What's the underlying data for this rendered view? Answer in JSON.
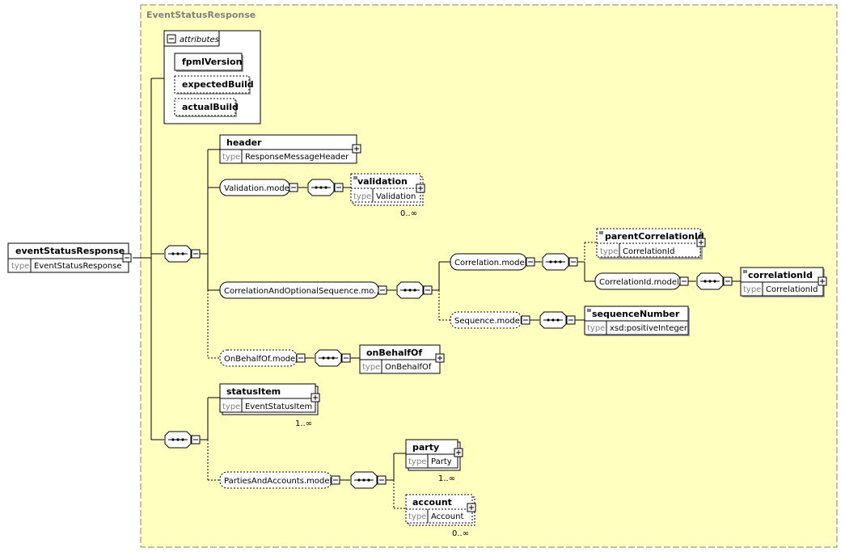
{
  "group": {
    "title": "EventStatusResponse"
  },
  "root": {
    "name": "eventStatusResponse",
    "type_label": "type",
    "type": "EventStatusResponse"
  },
  "attributes": {
    "title": "attributes",
    "items": [
      "fpmlVersion",
      "expectedBuild",
      "actualBuild"
    ]
  },
  "elements": {
    "header": {
      "name": "header",
      "type_label": "type",
      "type": "ResponseMessageHeader"
    },
    "validation": {
      "name": "validation",
      "type_label": "type",
      "type": "Validation",
      "card": "0..∞"
    },
    "parentCorrelationId": {
      "name": "parentCorrelationId",
      "type_label": "type",
      "type": "CorrelationId"
    },
    "correlationId": {
      "name": "correlationId",
      "type_label": "type",
      "type": "CorrelationId"
    },
    "sequenceNumber": {
      "name": "sequenceNumber",
      "type_label": "type",
      "type": "xsd:positiveInteger"
    },
    "onBehalfOf": {
      "name": "onBehalfOf",
      "type_label": "type",
      "type": "OnBehalfOf"
    },
    "statusItem": {
      "name": "statusItem",
      "type_label": "type",
      "type": "EventStatusItem",
      "card": "1..∞"
    },
    "party": {
      "name": "party",
      "type_label": "type",
      "type": "Party",
      "card": "1..∞"
    },
    "account": {
      "name": "account",
      "type_label": "type",
      "type": "Account",
      "card": "0..∞"
    }
  },
  "models": {
    "validation": "Validation.model",
    "correlationSeq": "CorrelationAndOptionalSequence.mo...",
    "correlation": "Correlation.model",
    "correlationIdModel": "CorrelationId.model",
    "sequence": "Sequence.model",
    "onBehalfOf": "OnBehalfOf.model",
    "partiesAccounts": "PartiesAndAccounts.model"
  }
}
